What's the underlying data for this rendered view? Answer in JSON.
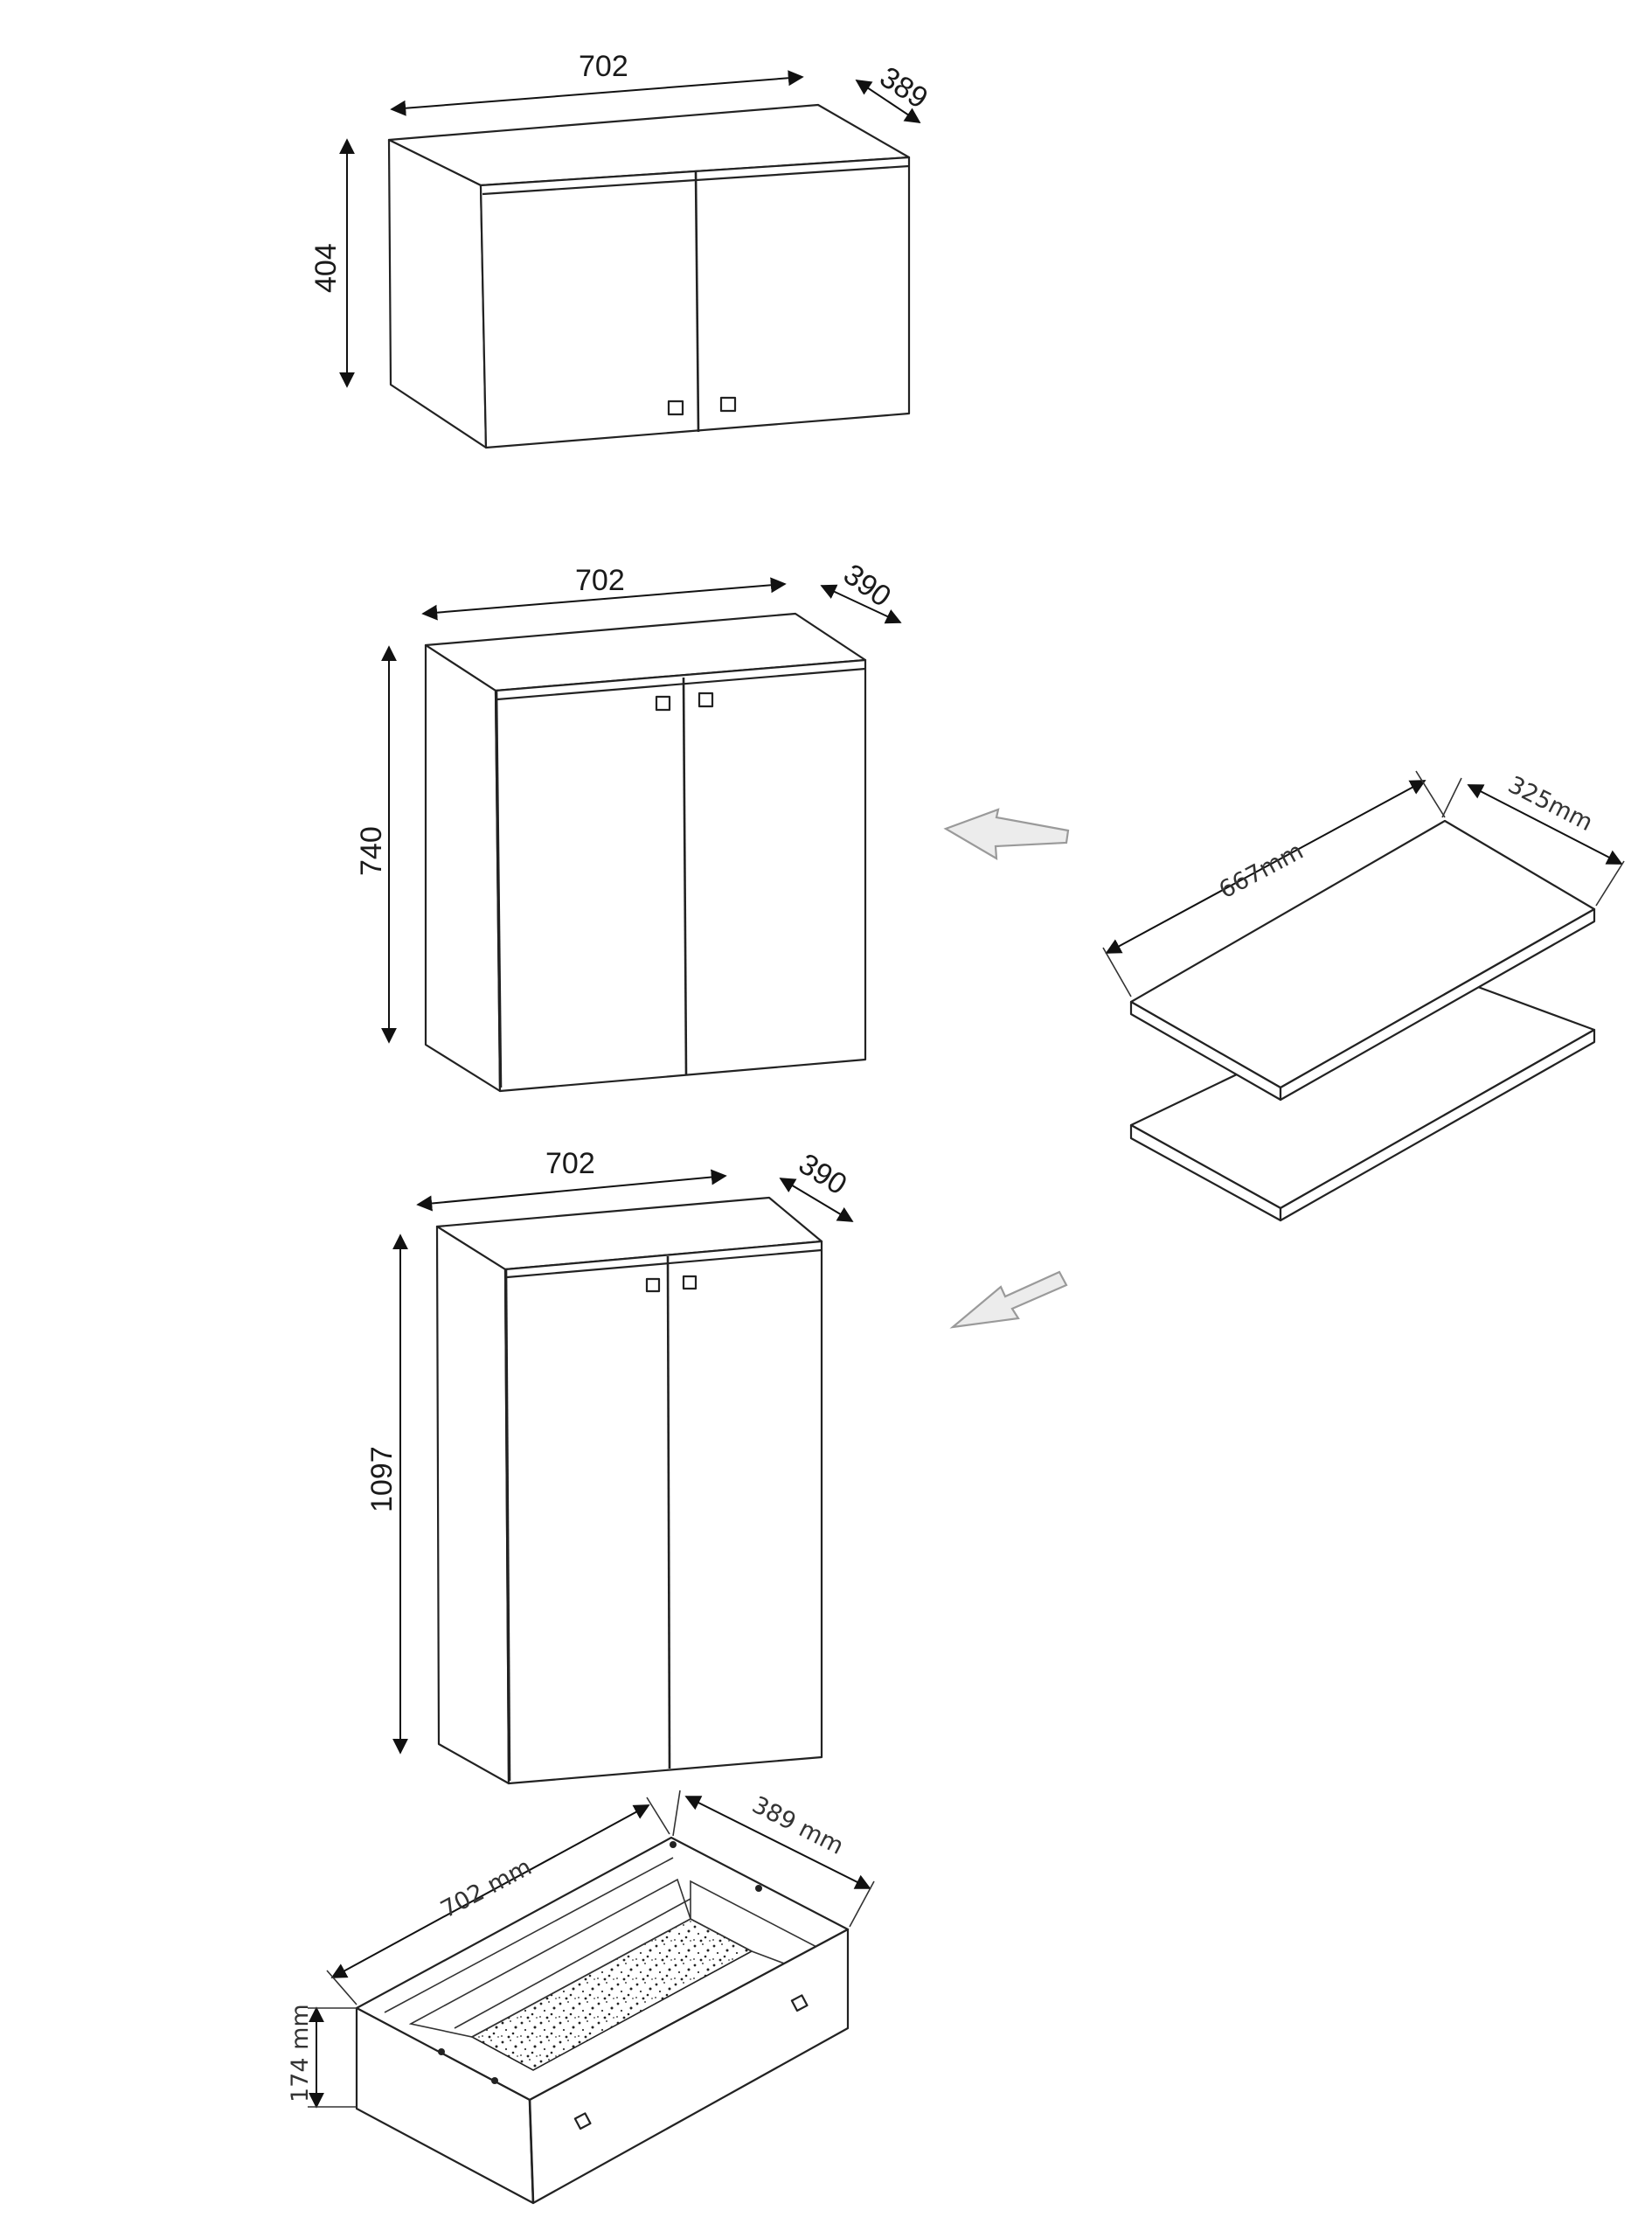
{
  "dimensions": {
    "wall_cabinet": {
      "width": "702",
      "depth": "389",
      "height": "404"
    },
    "low_cabinet": {
      "width": "702",
      "depth": "390",
      "height": "740"
    },
    "tall_cabinet": {
      "width": "702",
      "depth": "390",
      "height": "1097"
    },
    "shelf": {
      "length": "667mm",
      "depth": "325mm"
    },
    "drawer": {
      "width": "702 mm",
      "depth": "389 mm",
      "height": "174 mm"
    }
  },
  "colors": {
    "line": "#222222",
    "arrow_fill": "#ececec",
    "arrow_stroke": "#9a9a9a"
  }
}
